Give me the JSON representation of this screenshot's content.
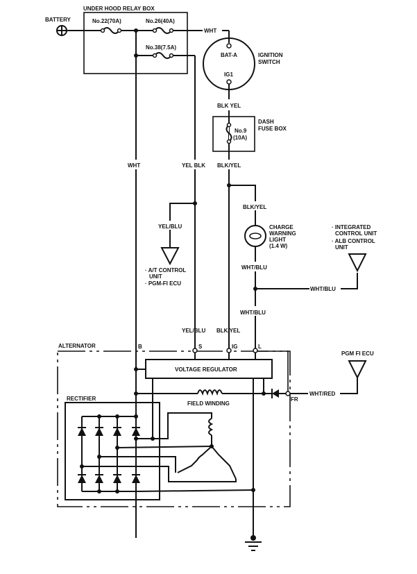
{
  "battery": {
    "label": "BATTERY"
  },
  "relay_box": {
    "title": "UNDER HOOD RELAY BOX",
    "fuse_22": "No.22(70A)",
    "fuse_26": "No.26(40A)",
    "fuse_38": "No.38(7.5A)"
  },
  "ignition_switch": {
    "label_1": "IGNITION",
    "label_2": "SWITCH",
    "bat_a": "BAT-A",
    "ig1": "IG1"
  },
  "dash_fuse_box": {
    "label_1": "DASH",
    "label_2": "FUSE BOX",
    "fuse_1": "No.9",
    "fuse_2": "(10A)"
  },
  "wires": {
    "wht_top": "WHT",
    "blk_yel_1": "BLK YEL",
    "blk_yel_2": "BLK/YEL",
    "wht_vertical": "WHT",
    "yel_blk": "YEL BLK",
    "yel_blu_branch": "YEL/BLU",
    "blk_yel_3": "BLK/YEL",
    "wht_blu_1": "WHT/BLU",
    "wht_blu_2": "WHT/BLU",
    "wht_blu_3": "WHT/BLU",
    "yel_blu_s": "YEL/BLU",
    "blk_yel_ig": "BLK/YEL",
    "wht_red": "WHT/RED"
  },
  "charge_light": {
    "l1": "CHARGE",
    "l2": "WARNING",
    "l3": "LIGHT",
    "l4": "(1.4 W)"
  },
  "at_unit": {
    "l1": "· A/T CONTROL",
    "l2": "UNIT",
    "l3": "· PGM-FI ECU"
  },
  "icu": {
    "l1": "· INTEGRATED",
    "l2": "CONTROL UNIT",
    "l3": "· ALB CONTROL",
    "l4": "UNIT"
  },
  "pgm_fi": {
    "label": "PGM FI ECU"
  },
  "alternator": {
    "label": "ALTERNATOR",
    "term_b": "B",
    "term_s": "S",
    "term_ig": "IG",
    "term_l": "L",
    "term_fr": "FR",
    "voltage_regulator": "VOLTAGE REGULATOR",
    "field_winding": "FIELD WINDING",
    "rectifier": "RECTIFIER"
  }
}
